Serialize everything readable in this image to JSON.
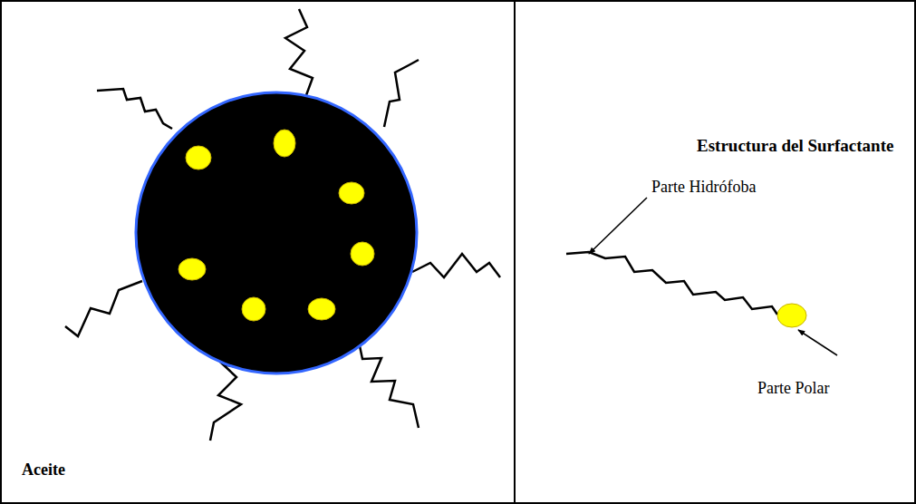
{
  "diagram": {
    "nodes": [
      {
        "text": [
          "Aceite"
        ]
      },
      {
        "text": [
          "Estructura del Surfactante"
        ]
      }
    ],
    "labels": [
      "Parte Hidrófoba",
      "Parte Polar"
    ]
  }
}
